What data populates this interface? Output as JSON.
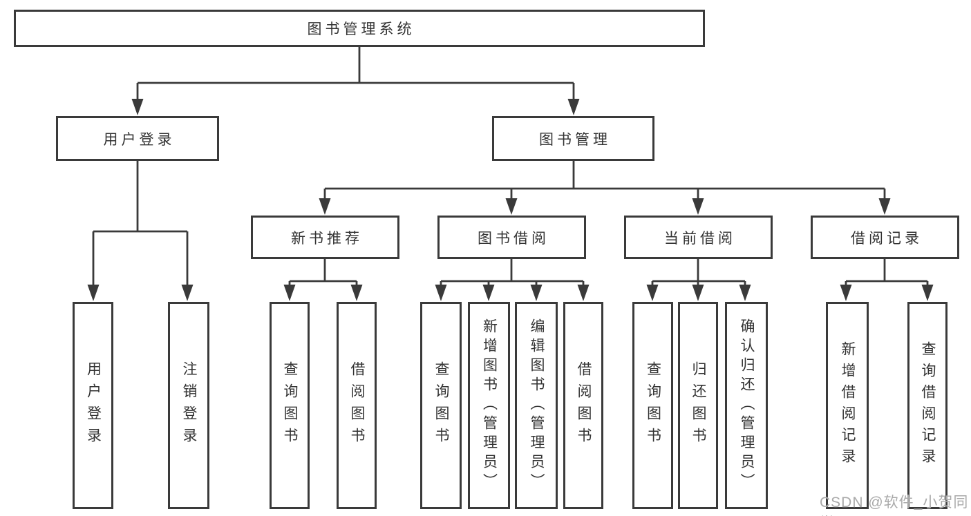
{
  "diagram": {
    "root": {
      "label": "图书管理系统",
      "children": [
        {
          "label": "用户登录",
          "children": [
            {
              "label": "用户登录"
            },
            {
              "label": "注销登录"
            }
          ]
        },
        {
          "label": "图书管理",
          "children": [
            {
              "label": "新书推荐",
              "children": [
                {
                  "label": "查询图书"
                },
                {
                  "label": "借阅图书"
                }
              ]
            },
            {
              "label": "图书借阅",
              "children": [
                {
                  "label": "查询图书"
                },
                {
                  "label": "新增图书（管理员）"
                },
                {
                  "label": "编辑图书（管理员）"
                },
                {
                  "label": "借阅图书"
                }
              ]
            },
            {
              "label": "当前借阅",
              "children": [
                {
                  "label": "查询图书"
                },
                {
                  "label": "归还图书"
                },
                {
                  "label": "确认归还（管理员）"
                }
              ]
            },
            {
              "label": "借阅记录",
              "children": [
                {
                  "label": "新增借阅记录"
                },
                {
                  "label": "查询借阅记录"
                }
              ]
            }
          ]
        }
      ]
    }
  },
  "watermark": {
    "text": "CSDN @软件_小贺同学"
  },
  "colors": {
    "line": "#3a3a3a",
    "box_border": "#3a3a3a",
    "box_fill": "#ffffff",
    "text": "#333333",
    "watermark": "#a9a9a9",
    "background": "#ffffff"
  }
}
